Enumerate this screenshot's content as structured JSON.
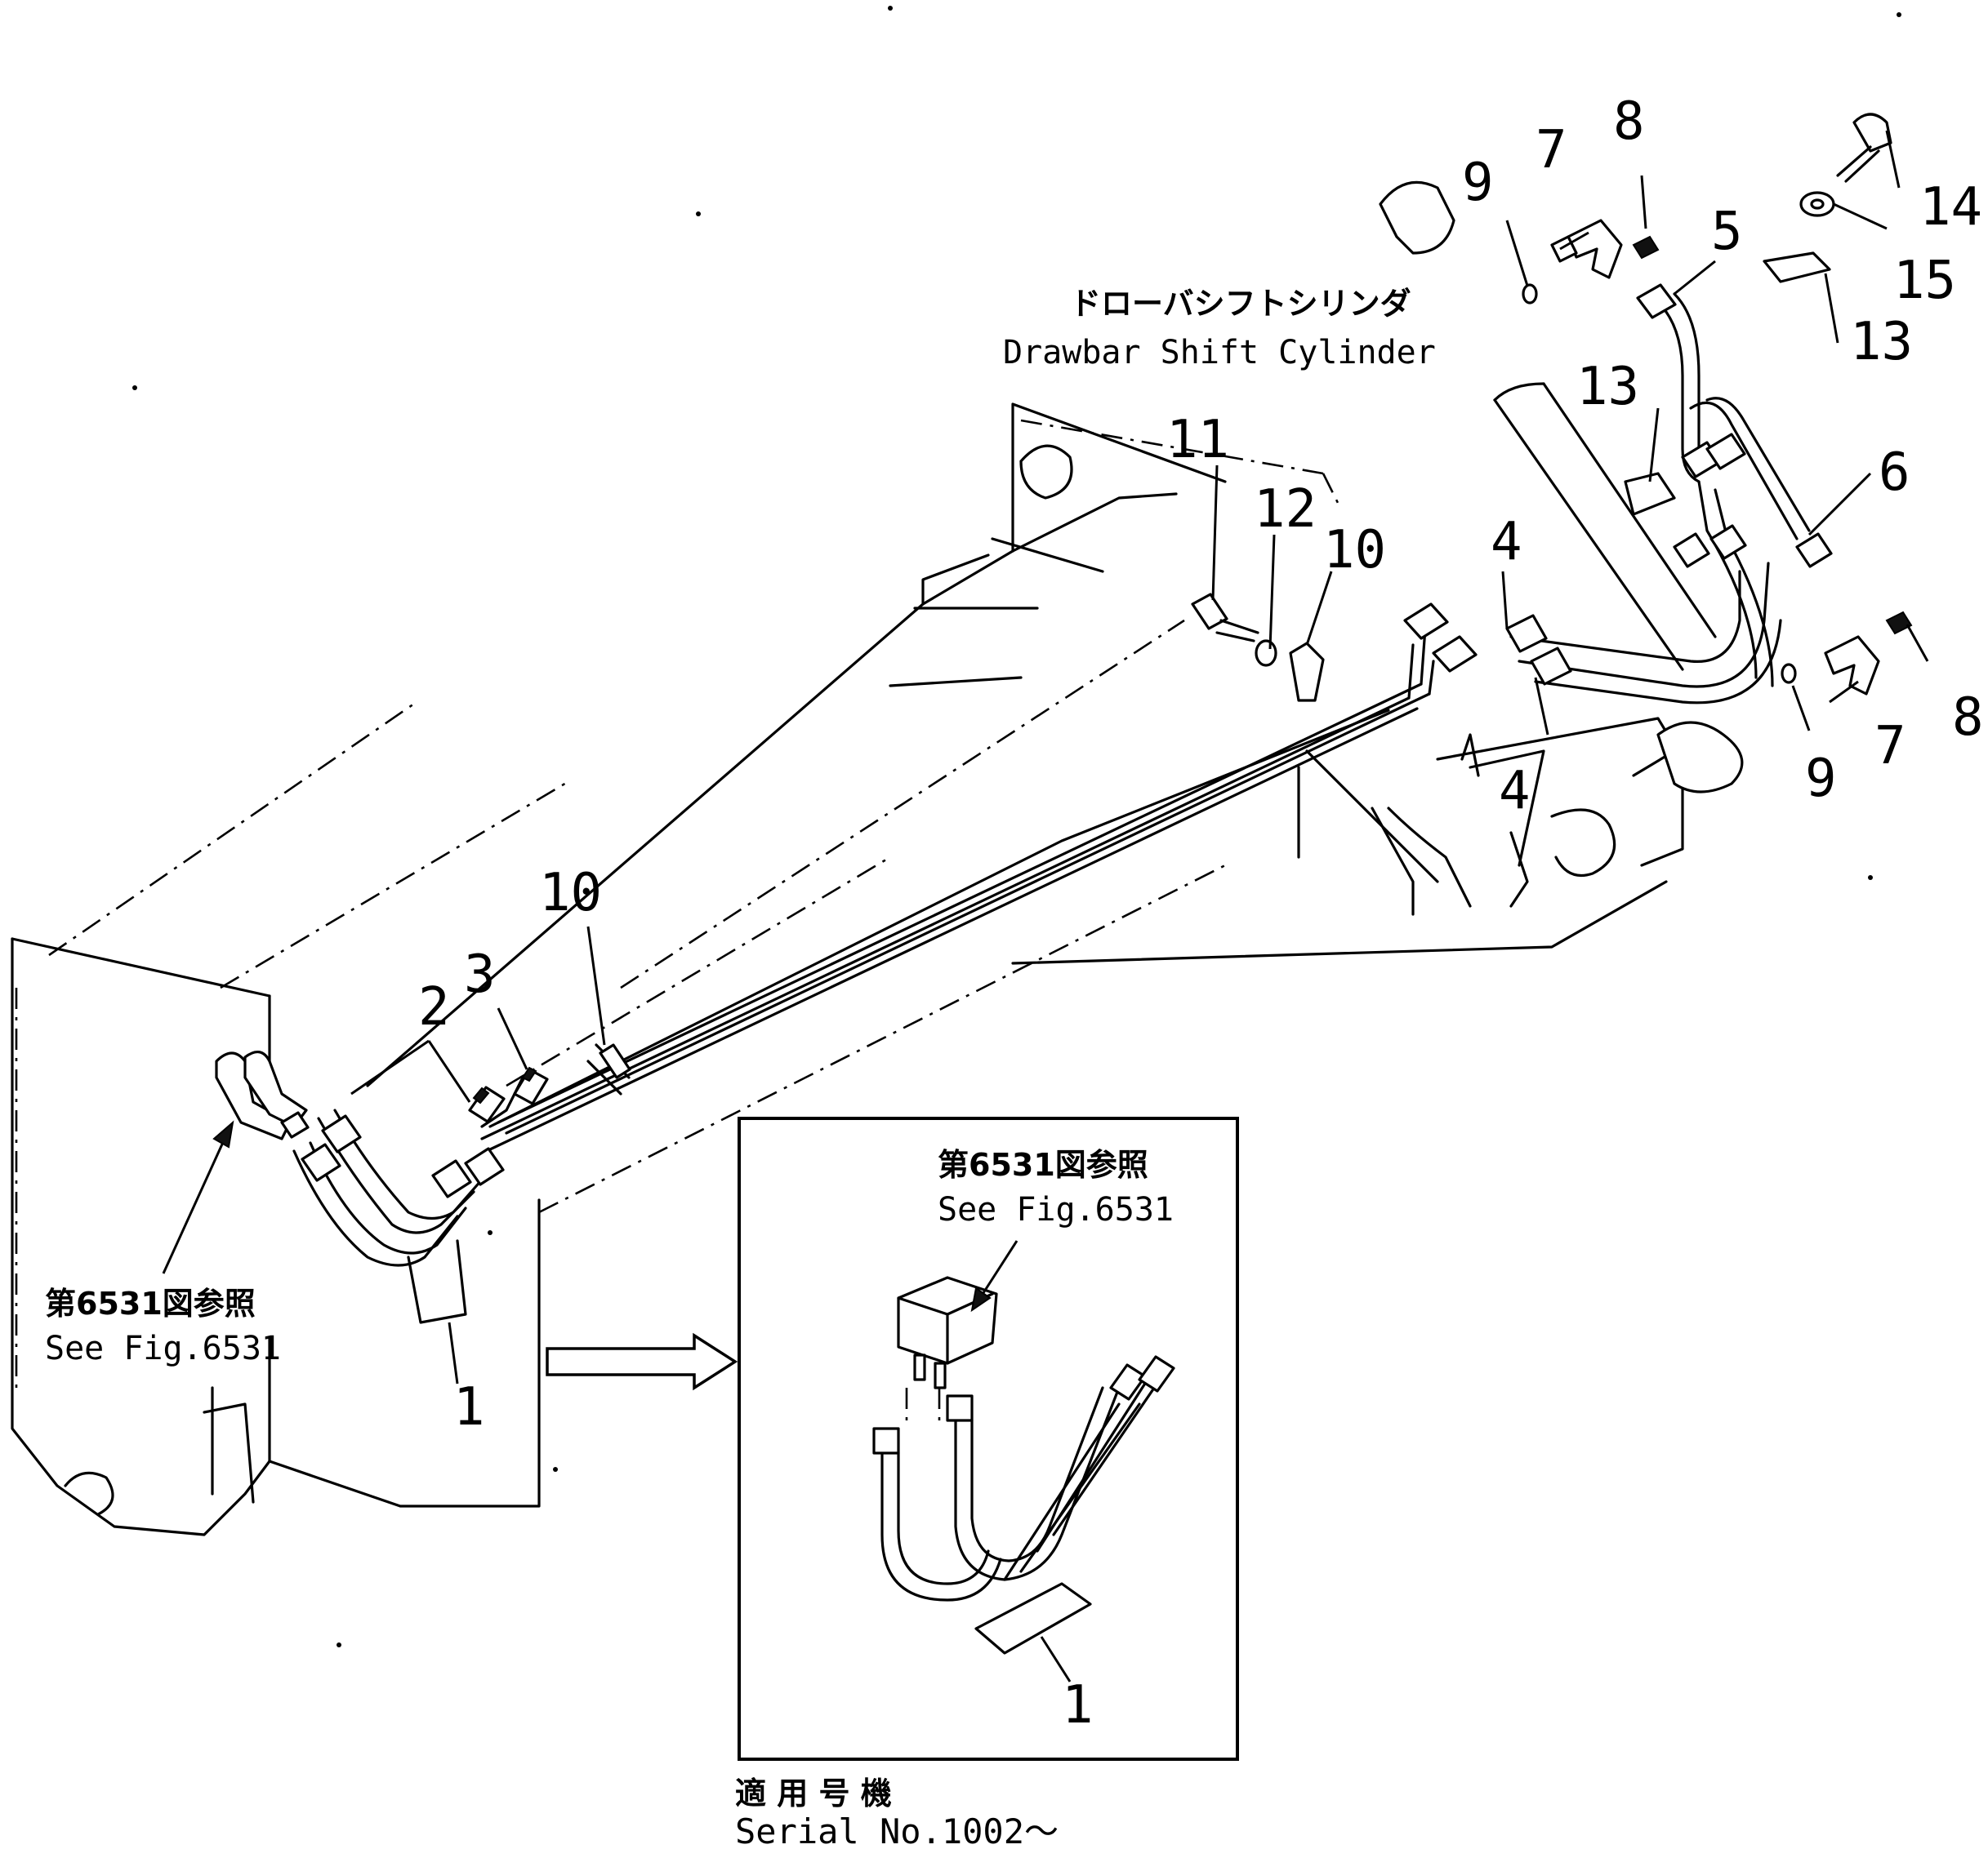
{
  "callouts": {
    "n1": "1",
    "n1b": "1",
    "n2": "2",
    "n3": "3",
    "n4a": "4",
    "n4b": "4",
    "n5": "5",
    "n6": "6",
    "n7a": "7",
    "n7b": "7",
    "n8a": "8",
    "n8b": "8",
    "n9a": "9",
    "n9b": "9",
    "n10a": "10",
    "n10b": "10",
    "n11": "11",
    "n12": "12",
    "n13a": "13",
    "n13b": "13",
    "n14": "14",
    "n15": "15"
  },
  "labels": {
    "cylinder_jp": "ドローバシフトシリンダ",
    "cylinder_en": "Drawbar Shift Cylinder",
    "ref_left_jp": "第6531図参照",
    "ref_left_en": "See Fig.6531",
    "ref_inset_jp": "第6531図参照",
    "ref_inset_en": "See Fig.6531",
    "serial_jp": "適 用 号 機",
    "serial_en": "Serial No.1002～"
  }
}
